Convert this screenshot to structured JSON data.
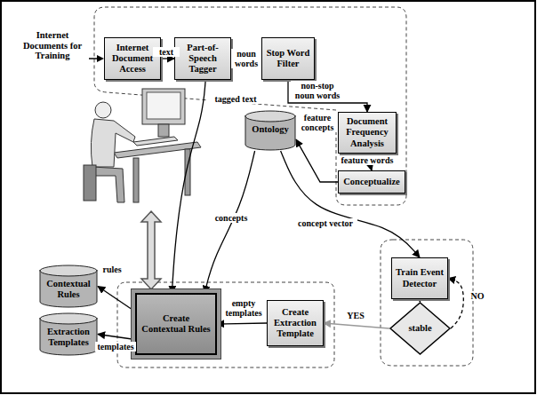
{
  "diagram": {
    "nodes": [
      {
        "text": [
          "Internet Document Access"
        ]
      },
      {
        "text": [
          "Part-of-Speech Tagger"
        ]
      },
      {
        "text": [
          "Stop Word Filter"
        ]
      },
      {
        "text": [
          "Document Frequency Analysis"
        ]
      },
      {
        "text": [
          "Conceptualize"
        ]
      },
      {
        "text": [
          "Ontology"
        ]
      },
      {
        "text": [
          "Train Event Detector"
        ]
      },
      {
        "text": [
          "stable"
        ]
      },
      {
        "text": [
          "Create Extraction Template"
        ]
      },
      {
        "text": [
          "Create Contextual Rules"
        ]
      },
      {
        "text": [
          "Contextual Rules"
        ]
      },
      {
        "text": [
          "Extraction Templates"
        ]
      }
    ],
    "edges": [
      {
        "from": 0,
        "to": 1,
        "label": "text",
        "arrow": "to"
      },
      {
        "from": 1,
        "to": 2,
        "label": "noun words",
        "arrow": "to"
      },
      {
        "from": 2,
        "to": 3,
        "label": "non-stop noun words",
        "arrow": "to"
      },
      {
        "from": 3,
        "to": 4,
        "label": "feature words",
        "arrow": "to"
      },
      {
        "from": 4,
        "to": 5,
        "label": "feature concepts",
        "arrow": "to"
      },
      {
        "from": 1,
        "to": 9,
        "label": "tagged text",
        "arrow": "to"
      },
      {
        "from": 5,
        "to": 9,
        "label": "concepts",
        "arrow": "to"
      },
      {
        "from": 5,
        "to": 6,
        "label": "concept vector",
        "arrow": "to"
      },
      {
        "from": 6,
        "to": 7,
        "arrow": "to"
      },
      {
        "from": 7,
        "to": 6,
        "label": "NO",
        "arrow": "to"
      },
      {
        "from": 7,
        "to": 8,
        "label": "YES",
        "arrow": "to"
      },
      {
        "from": 8,
        "to": 9,
        "label": "empty templates",
        "arrow": "to"
      },
      {
        "from": 9,
        "to": 10,
        "label": "rules",
        "arrow": "to"
      },
      {
        "from": 9,
        "to": 11,
        "label": "templates",
        "arrow": "to"
      }
    ],
    "labels": [
      "Internet Documents for Training"
    ]
  }
}
